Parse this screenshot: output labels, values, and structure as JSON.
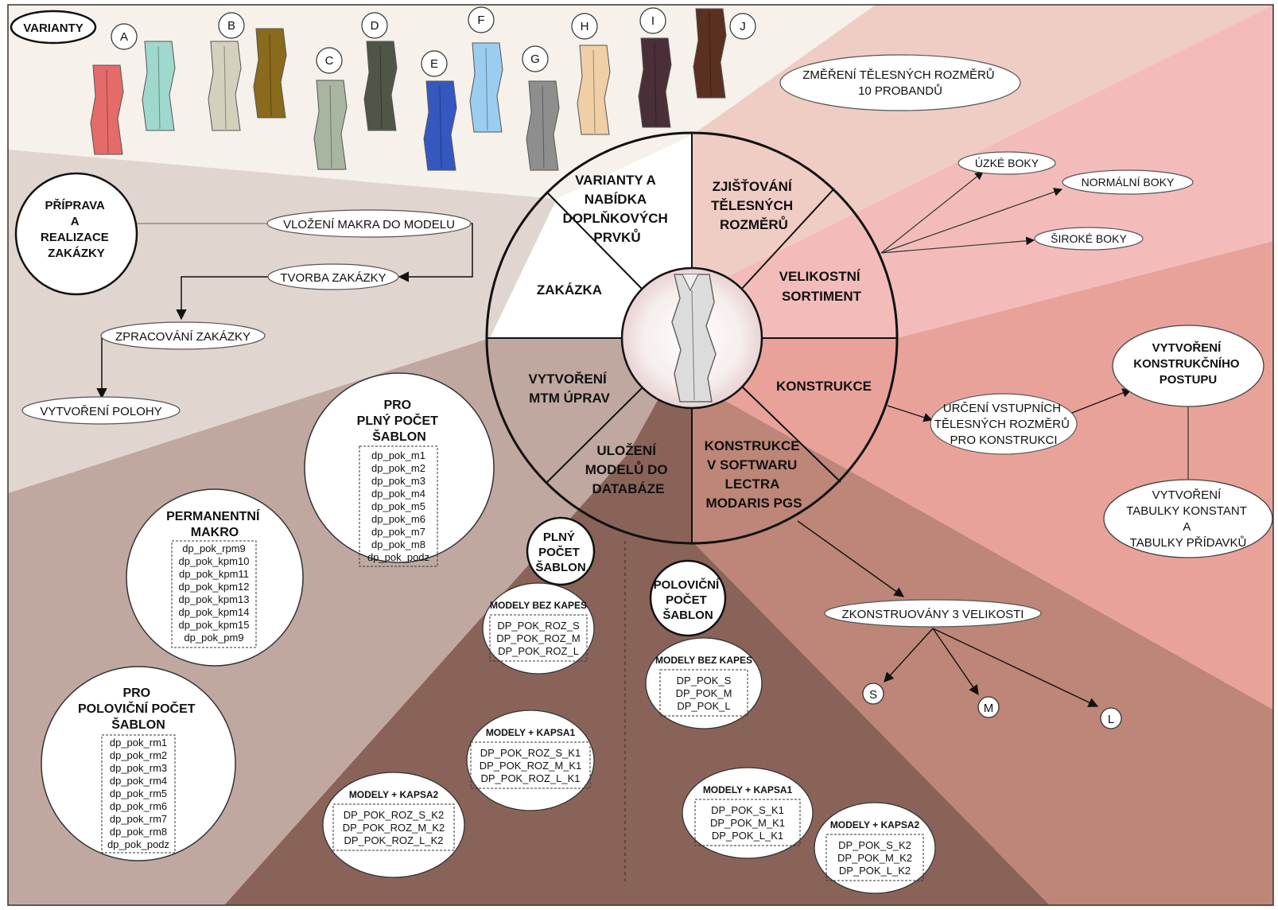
{
  "colors": {
    "variants_bg": "#f6f1ea",
    "zakazka_bg": "#e1d5d0",
    "mtm_bg": "#c0a8a1",
    "database_bg": "#8a6358",
    "sortiment_bg": "#f3bcbb",
    "measure_bg": "#efccc4",
    "konstrukce_bg": "#e9a29a",
    "lectra_bg": "#bd8678"
  },
  "variants": {
    "title": "VARIANTY",
    "letters": [
      "A",
      "B",
      "C",
      "D",
      "E",
      "F",
      "G",
      "H",
      "I",
      "J"
    ]
  },
  "segments": {
    "varianty": [
      "VARIANTY A",
      "NABÍDKA",
      "DOPLŇKOVÝCH",
      "PRVKŮ"
    ],
    "zjistovani": [
      "ZJIŠŤOVÁNÍ",
      "TĚLESNÝCH",
      "ROZMĚRŮ"
    ],
    "sortiment": [
      "VELIKOSTNÍ",
      "SORTIMENT"
    ],
    "konstrukce": [
      "KONSTRUKCE"
    ],
    "lectra": [
      "KONSTRUKCE",
      "V SOFTWARU",
      "LECTRA",
      "MODARIS PGS"
    ],
    "ulozeni": [
      "ULOŽENÍ",
      "MODELŮ DO",
      "DATABÁZE"
    ],
    "mtm": [
      "VYTVOŘENÍ",
      "MTM ÚPRAV"
    ],
    "zakazka": [
      "ZAKÁZKA"
    ]
  },
  "order": {
    "title": [
      "PŘÍPRAVA",
      "A",
      "REALIZACE",
      "ZAKÁZKY"
    ],
    "steps": [
      "VLOŽENÍ MAKRA DO MODELU",
      "TVORBA ZAKÁZKY",
      "ZPRACOVÁNÍ ZAKÁZKY",
      "VYTVOŘENÍ POLOHY"
    ]
  },
  "measure": [
    "ZMĚŘENÍ TĚLESNÝCH ROZMĚRŮ",
    "10 PROBANDŮ"
  ],
  "hips": [
    "ÚZKÉ BOKY",
    "NORMÁLNÍ BOKY",
    "ŠIROKÉ BOKY"
  ],
  "construction": {
    "inputs": [
      "URČENÍ VSTUPNÍCH",
      "TĚLESNÝCH ROZMĚRŮ",
      "PRO KONSTRUKCI"
    ],
    "procedure": [
      "VYTVOŘENÍ",
      "KONSTRUKČNÍHO",
      "POSTUPU"
    ],
    "tables": [
      "VYTVOŘENÍ",
      "TABULKY KONSTANT",
      "A",
      "TABULKY PŘÍDAVKŮ"
    ]
  },
  "sizes": {
    "title": "ZKONSTRUOVÁNY 3 VELIKOSTI",
    "labels": [
      "S",
      "M",
      "L"
    ]
  },
  "mtm": {
    "full": {
      "title": [
        "PRO",
        "PLNÝ POČET",
        "ŠABLON"
      ],
      "items": [
        "dp_pok_m1",
        "dp_pok_m2",
        "dp_pok_m3",
        "dp_pok_m4",
        "dp_pok_m5",
        "dp_pok_m6",
        "dp_pok_m7",
        "dp_pok_m8",
        "dp_pok_podz"
      ]
    },
    "permanent": {
      "title": [
        "PERMANENTNÍ",
        "MAKRO"
      ],
      "items": [
        "dp_pok_rpm9",
        "dp_pok_kpm10",
        "dp_pok_kpm11",
        "dp_pok_kpm12",
        "dp_pok_kpm13",
        "dp_pok_kpm14",
        "dp_pok_kpm15",
        "dp_pok_pm9"
      ]
    },
    "half": {
      "title": [
        "PRO",
        "POLOVIČNÍ POČET",
        "ŠABLON"
      ],
      "items": [
        "dp_pok_rm1",
        "dp_pok_rm2",
        "dp_pok_rm3",
        "dp_pok_rm4",
        "dp_pok_rm5",
        "dp_pok_rm6",
        "dp_pok_rm7",
        "dp_pok_rm8",
        "dp_pok_podz"
      ]
    }
  },
  "database": {
    "full_title": [
      "PLNÝ",
      "POČET",
      "ŠABLON"
    ],
    "half_title": [
      "POLOVIČNÍ",
      "POČET",
      "ŠABLON"
    ],
    "full_groups": [
      {
        "title": "MODELY BEZ KAPES",
        "items": [
          "DP_POK_ROZ_S",
          "DP_POK_ROZ_M",
          "DP_POK_ROZ_L"
        ]
      },
      {
        "title": "MODELY + KAPSA1",
        "items": [
          "DP_POK_ROZ_S_K1",
          "DP_POK_ROZ_M_K1",
          "DP_POK_ROZ_L_K1"
        ]
      },
      {
        "title": "MODELY + KAPSA2",
        "items": [
          "DP_POK_ROZ_S_K2",
          "DP_POK_ROZ_M_K2",
          "DP_POK_ROZ_L_K2"
        ]
      }
    ],
    "half_groups": [
      {
        "title": "MODELY BEZ KAPES",
        "items": [
          "DP_POK_S",
          "DP_POK_M",
          "DP_POK_L"
        ]
      },
      {
        "title": "MODELY + KAPSA1",
        "items": [
          "DP_POK_S_K1",
          "DP_POK_M_K1",
          "DP_POK_L_K1"
        ]
      },
      {
        "title": "MODELY + KAPSA2",
        "items": [
          "DP_POK_S_K2",
          "DP_POK_M_K2",
          "DP_POK_L_K2"
        ]
      }
    ]
  }
}
